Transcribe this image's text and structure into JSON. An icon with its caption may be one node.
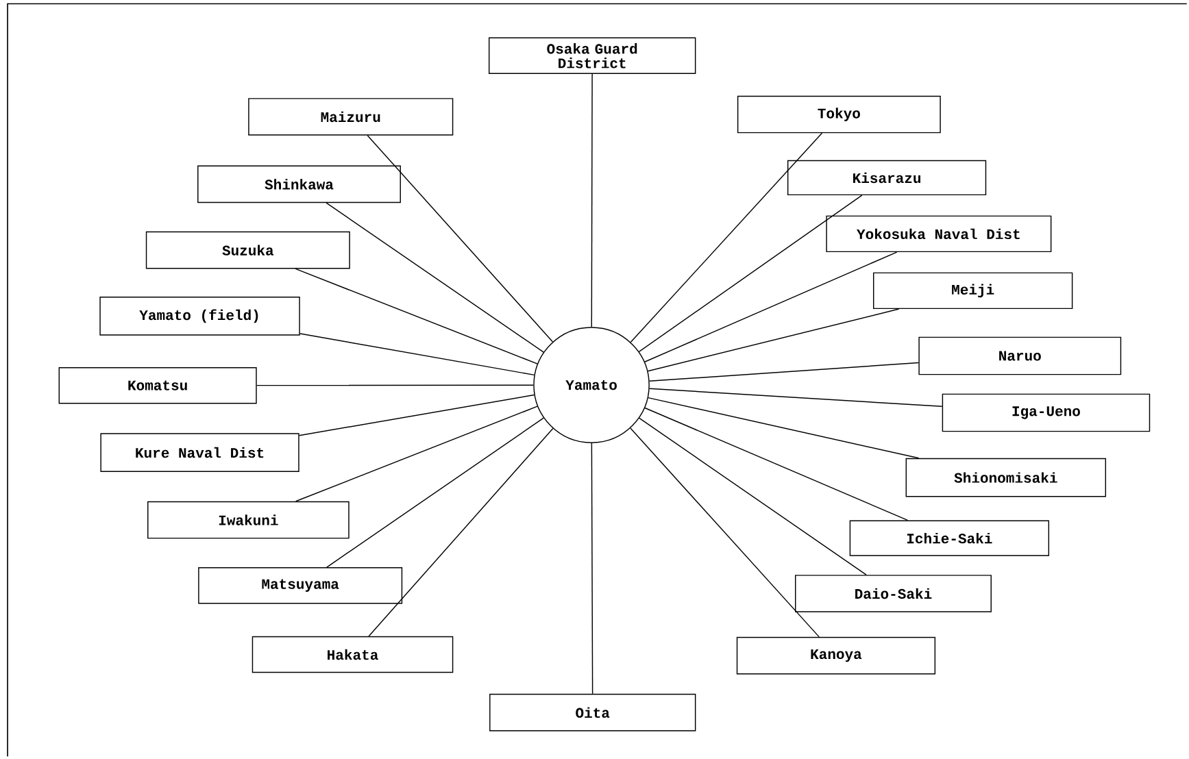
{
  "diagram": {
    "nodes": [
      {
        "text": [
          "Yamato"
        ]
      },
      {
        "text": [
          "Osaka Guard District"
        ]
      },
      {
        "text": [
          "Tokyo"
        ]
      },
      {
        "text": [
          "Kisarazu"
        ]
      },
      {
        "text": [
          "Yokosuka Naval Dist"
        ]
      },
      {
        "text": [
          "Meiji"
        ]
      },
      {
        "text": [
          "Naruo"
        ]
      },
      {
        "text": [
          "Iga-Ueno"
        ]
      },
      {
        "text": [
          "Shionomisaki"
        ]
      },
      {
        "text": [
          "Ichie-Saki"
        ]
      },
      {
        "text": [
          "Daio-Saki"
        ]
      },
      {
        "text": [
          "Kanoya"
        ]
      },
      {
        "text": [
          "Oita"
        ]
      },
      {
        "text": [
          "Hakata"
        ]
      },
      {
        "text": [
          "Matsuyama"
        ]
      },
      {
        "text": [
          "Iwakuni"
        ]
      },
      {
        "text": [
          "Kure Naval Dist"
        ]
      },
      {
        "text": [
          "Komatsu"
        ]
      },
      {
        "text": [
          "Yamato (field)"
        ]
      },
      {
        "text": [
          "Suzuka"
        ]
      },
      {
        "text": [
          "Shinkawa"
        ]
      },
      {
        "text": [
          "Maizuru"
        ]
      }
    ],
    "edges": [
      {
        "from": 0,
        "to": 1,
        "arrow": "none"
      },
      {
        "from": 0,
        "to": 2,
        "arrow": "none"
      },
      {
        "from": 0,
        "to": 3,
        "arrow": "none"
      },
      {
        "from": 0,
        "to": 4,
        "arrow": "none"
      },
      {
        "from": 0,
        "to": 5,
        "arrow": "none"
      },
      {
        "from": 0,
        "to": 6,
        "arrow": "none"
      },
      {
        "from": 0,
        "to": 7,
        "arrow": "none"
      },
      {
        "from": 0,
        "to": 8,
        "arrow": "none"
      },
      {
        "from": 0,
        "to": 9,
        "arrow": "none"
      },
      {
        "from": 0,
        "to": 10,
        "arrow": "none"
      },
      {
        "from": 0,
        "to": 11,
        "arrow": "none"
      },
      {
        "from": 0,
        "to": 12,
        "arrow": "none"
      },
      {
        "from": 0,
        "to": 13,
        "arrow": "none"
      },
      {
        "from": 0,
        "to": 14,
        "arrow": "none"
      },
      {
        "from": 0,
        "to": 15,
        "arrow": "none"
      },
      {
        "from": 0,
        "to": 16,
        "arrow": "none"
      },
      {
        "from": 0,
        "to": 17,
        "arrow": "none"
      },
      {
        "from": 0,
        "to": 18,
        "arrow": "none"
      },
      {
        "from": 0,
        "to": 19,
        "arrow": "none"
      },
      {
        "from": 0,
        "to": 20,
        "arrow": "none"
      },
      {
        "from": 0,
        "to": 21,
        "arrow": "none"
      }
    ]
  }
}
